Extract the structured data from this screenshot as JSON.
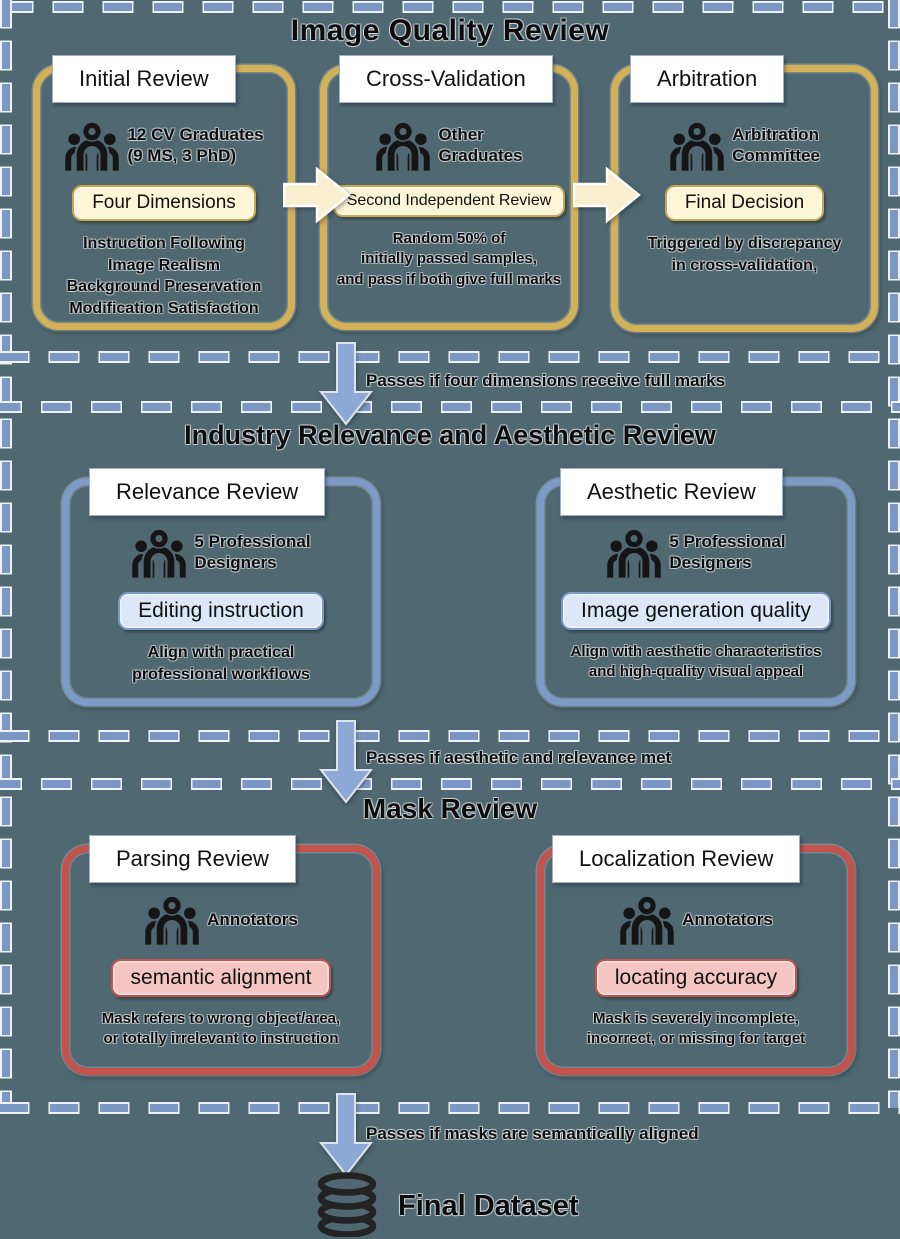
{
  "palette": {
    "background": "#4f6872",
    "quality_accent": "#d3b156",
    "relevance_accent": "#7e9ac8",
    "mask_accent": "#c4534e",
    "dash_color": "#7d97c5",
    "arrow_yellow": "#f9efce",
    "arrow_blue": "#8ea8d5",
    "badge_cream": "#fdf5d7",
    "badge_lightblue": "#dce8f8",
    "badge_pink": "#f5c6c1"
  },
  "sections": [
    {
      "title": "Image Quality Review",
      "boxes": [
        {
          "title": "Initial Review",
          "actor_lines": [
            "12 CV Graduates",
            "(9 MS, 3 PhD)"
          ],
          "badge": "Four Dimensions",
          "note_lines": [
            "Instruction Following",
            "Image Realism",
            "Background Preservation",
            "Modification Satisfaction"
          ]
        },
        {
          "title": "Cross-Validation",
          "actor_lines": [
            "Other",
            "Graduates"
          ],
          "badge": "Second Independent Review",
          "note_lines": [
            "Random 50% of",
            "initially passed samples,",
            "and pass if both give full marks"
          ]
        },
        {
          "title": "Arbitration",
          "actor_lines": [
            "Arbitration",
            "Committee"
          ],
          "badge": "Final Decision",
          "note_lines": [
            "Triggered by discrepancy",
            "in cross-validation,"
          ]
        }
      ]
    },
    {
      "title": "Industry Relevance and Aesthetic Review",
      "boxes": [
        {
          "title": "Relevance Review",
          "actor_lines": [
            "5 Professional",
            "Designers"
          ],
          "badge": "Editing instruction",
          "note_lines": [
            "Align with practical",
            "professional workflows"
          ]
        },
        {
          "title": "Aesthetic Review",
          "actor_lines": [
            "5 Professional",
            "Designers"
          ],
          "badge": "Image generation quality",
          "note_lines": [
            "Align with aesthetic characteristics",
            "and high-quality visual appeal"
          ]
        }
      ]
    },
    {
      "title": "Mask Review",
      "boxes": [
        {
          "title": "Parsing Review",
          "actor_lines": [
            "Annotators"
          ],
          "badge": "semantic alignment",
          "note_lines": [
            "Mask refers to wrong object/area,",
            "or totally irrelevant to instruction"
          ]
        },
        {
          "title": "Localization Review",
          "actor_lines": [
            "Annotators"
          ],
          "badge": "locating accuracy",
          "note_lines": [
            "Mask is severely incomplete,",
            "incorrect, or missing for target"
          ]
        }
      ]
    }
  ],
  "transitions": [
    {
      "label": "Passes if four dimensions receive full marks"
    },
    {
      "label": "Passes if aesthetic and relevance met"
    },
    {
      "label": "Passes if masks are semantically aligned"
    }
  ],
  "final": {
    "label": "Final Dataset"
  }
}
